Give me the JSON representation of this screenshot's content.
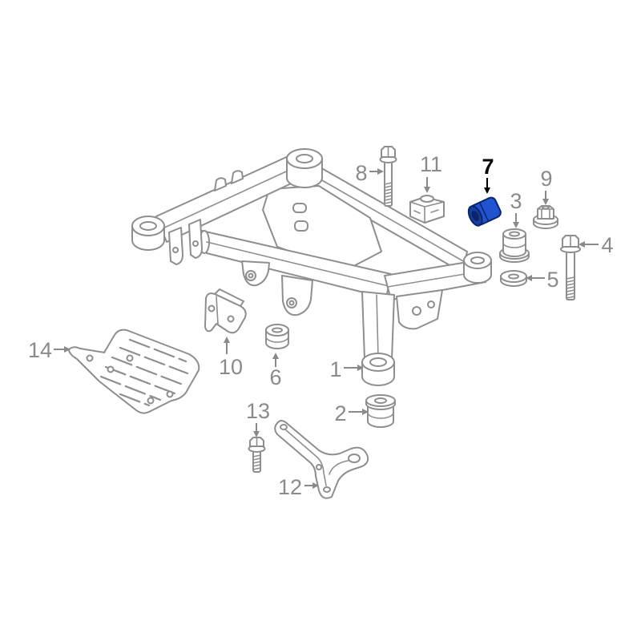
{
  "diagram": {
    "callouts": [
      {
        "label": "1",
        "selected": false
      },
      {
        "label": "2",
        "selected": false
      },
      {
        "label": "3",
        "selected": false
      },
      {
        "label": "4",
        "selected": false
      },
      {
        "label": "5",
        "selected": false
      },
      {
        "label": "6",
        "selected": false
      },
      {
        "label": "7",
        "selected": true
      },
      {
        "label": "8",
        "selected": false
      },
      {
        "label": "9",
        "selected": false
      },
      {
        "label": "10",
        "selected": false
      },
      {
        "label": "11",
        "selected": false
      },
      {
        "label": "12",
        "selected": false
      },
      {
        "label": "13",
        "selected": false
      },
      {
        "label": "14",
        "selected": false
      }
    ]
  },
  "colors": {
    "background": "#ffffff",
    "line": "#8e8e8e",
    "label": "#8a8a8a",
    "highlight_fill": "#1f53cf",
    "highlight_face": "#173f9f",
    "highlight_dark": "#0c256a",
    "highlight_label": "#000000"
  }
}
